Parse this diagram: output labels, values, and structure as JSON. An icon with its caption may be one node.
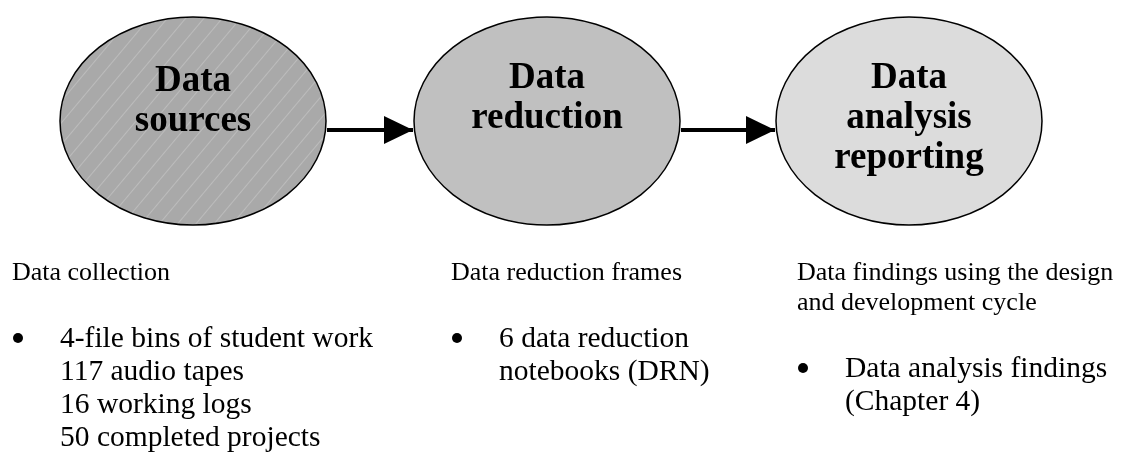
{
  "diagram": {
    "nodes": [
      {
        "text": [
          "Data sources"
        ],
        "beside": [
          "Data collection",
          "4-file bins of student work",
          "117 audio tapes",
          "16 working logs",
          "50 completed projects"
        ]
      },
      {
        "text": [
          "Data reduction"
        ],
        "beside": [
          "Data reduction frames",
          "6 data reduction notebooks (DRN)"
        ]
      },
      {
        "text": [
          "Data analysis reporting"
        ],
        "beside": [
          "Data findings using the design and development cycle",
          "Data analysis findings (Chapter 4)"
        ]
      }
    ],
    "edges": [
      {
        "from": 0,
        "to": 1,
        "arrow": "to"
      },
      {
        "from": 1,
        "to": 2,
        "arrow": "to"
      }
    ]
  }
}
